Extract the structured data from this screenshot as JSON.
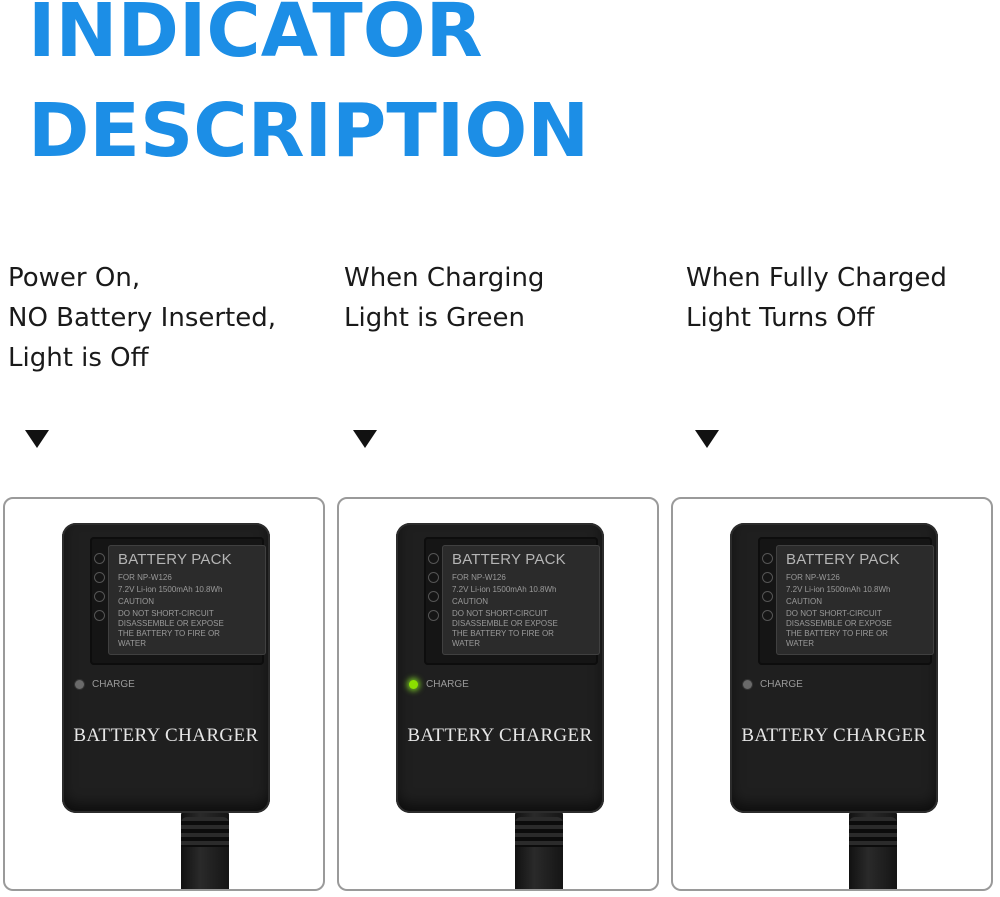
{
  "title": {
    "line1": "INDICATOR",
    "line2": "DESCRIPTION"
  },
  "accent_color": "#1c8ee6",
  "states": [
    {
      "caption": [
        "Power On,",
        "NO Battery Inserted,",
        "Light is Off"
      ],
      "led": "off"
    },
    {
      "caption": [
        "When Charging",
        "Light is Green"
      ],
      "led": "green"
    },
    {
      "caption": [
        "When Fully Charged",
        "Light Turns Off"
      ],
      "led": "off"
    }
  ],
  "charger": {
    "battery_title": "BATTERY PACK",
    "battery_model": "FOR NP-W126",
    "battery_spec": "7.2V  Li-ion  1500mAh 10.8Wh",
    "battery_caution": "CAUTION",
    "battery_warn1": "DO NOT SHORT-CIRCUIT",
    "battery_warn2": "DISASSEMBLE OR EXPOSE",
    "battery_warn3": "THE BATTERY TO FIRE OR",
    "battery_warn4": "WATER",
    "charge_label": "CHARGE",
    "brand_label": "BATTERY CHARGER"
  },
  "icons": {
    "arrow": "down-triangle-icon",
    "led": "indicator-light-icon"
  }
}
